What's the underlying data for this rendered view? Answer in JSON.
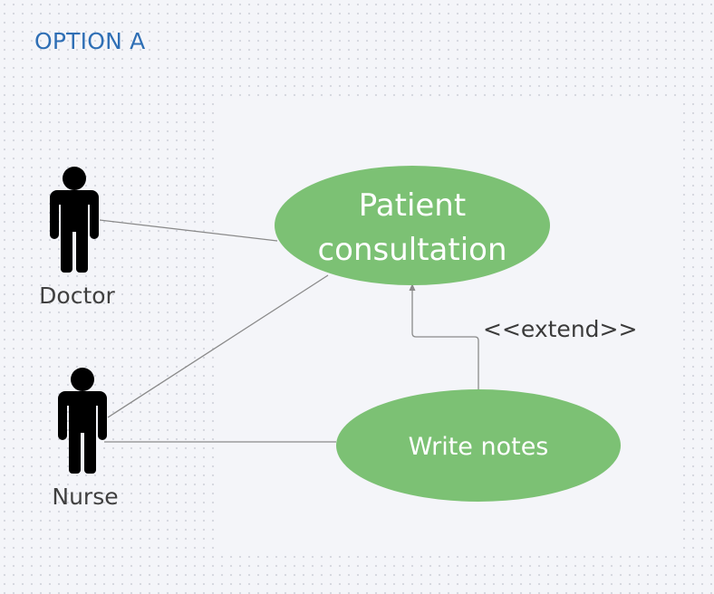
{
  "page": {
    "title": "OPTION A"
  },
  "colors": {
    "title": "#2f6fb5",
    "system_boundary": "#f4f5f9",
    "usecase_fill": "#7cc174",
    "usecase_text": "#ffffff",
    "actor": "#000000",
    "line": "#8a8a8a"
  },
  "actors": [
    {
      "id": "doctor",
      "label": "Doctor"
    },
    {
      "id": "nurse",
      "label": "Nurse"
    }
  ],
  "use_cases": [
    {
      "id": "patient-consultation",
      "lines": [
        "Patient",
        "consultation"
      ]
    },
    {
      "id": "write-notes",
      "lines": [
        "Write notes"
      ]
    }
  ],
  "relationships": [
    {
      "type": "association",
      "from": "doctor",
      "to": "patient-consultation"
    },
    {
      "type": "association",
      "from": "nurse",
      "to": "patient-consultation"
    },
    {
      "type": "association",
      "from": "nurse",
      "to": "write-notes"
    },
    {
      "type": "extend",
      "from": "write-notes",
      "to": "patient-consultation",
      "label": "<<extend>>"
    }
  ]
}
